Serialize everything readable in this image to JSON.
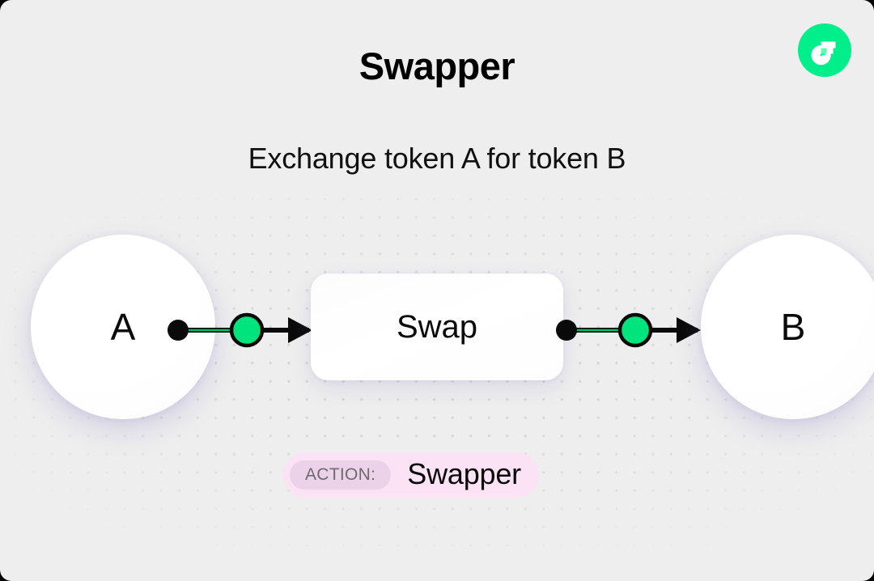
{
  "header": {
    "title": "Swapper",
    "subtitle": "Exchange token A for token B",
    "logo_icon": "flow-logo-icon",
    "logo_color": "#00ef8b"
  },
  "diagram": {
    "input_node": {
      "label": "A",
      "icon": "token-node-icon"
    },
    "process_node": {
      "label": "Swap"
    },
    "output_node": {
      "label": "B",
      "icon": "token-node-icon"
    },
    "connectors": [
      {
        "name": "connector-a-to-swap",
        "source_dot": "black-dot-icon",
        "midpoint": "green-node-icon",
        "arrow": "arrow-right-icon"
      },
      {
        "name": "connector-swap-to-b",
        "source_dot": "black-dot-icon",
        "midpoint": "green-node-icon",
        "arrow": "arrow-right-icon"
      }
    ],
    "accent_color": "#00e47d",
    "line_color": "#0a0a0a"
  },
  "footer": {
    "action_label": "ACTION:",
    "action_value": "Swapper",
    "badge_color": "#fbe2f4",
    "pill_color": "#ecd2e8"
  }
}
